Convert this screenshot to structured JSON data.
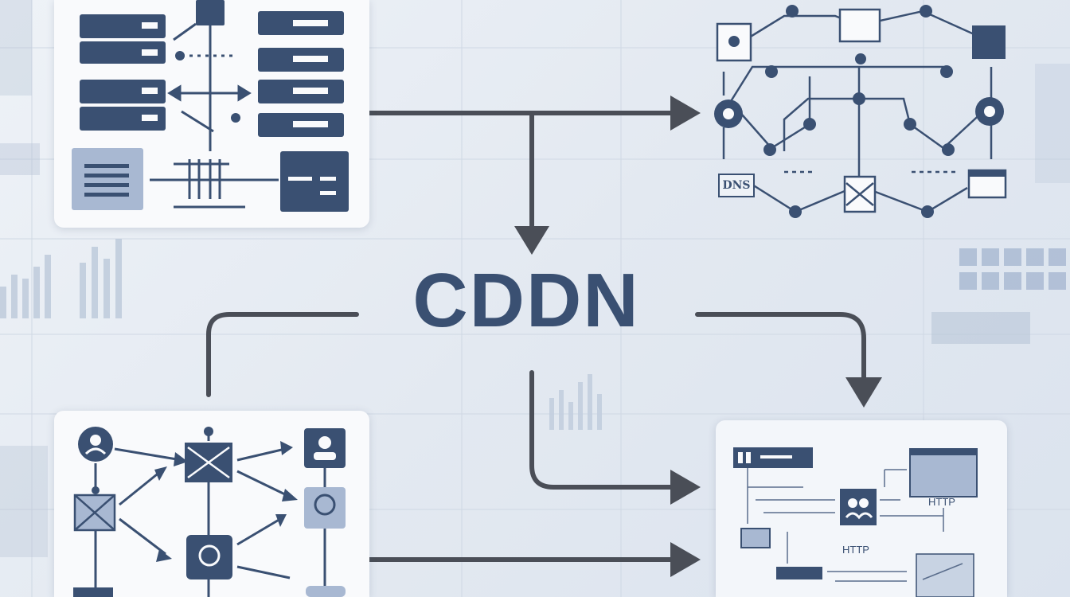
{
  "diagram": {
    "title": "CDDN",
    "nodes": {
      "dns_label": "DNS",
      "http_label_1": "HTTP",
      "http_label_2": "HTTP"
    }
  },
  "colors": {
    "primary": "#3a5072",
    "accent_light": "#a8b8d2",
    "background": "#e3e9f1",
    "panel": "#f9fafc",
    "arrow": "#4a4e57"
  }
}
